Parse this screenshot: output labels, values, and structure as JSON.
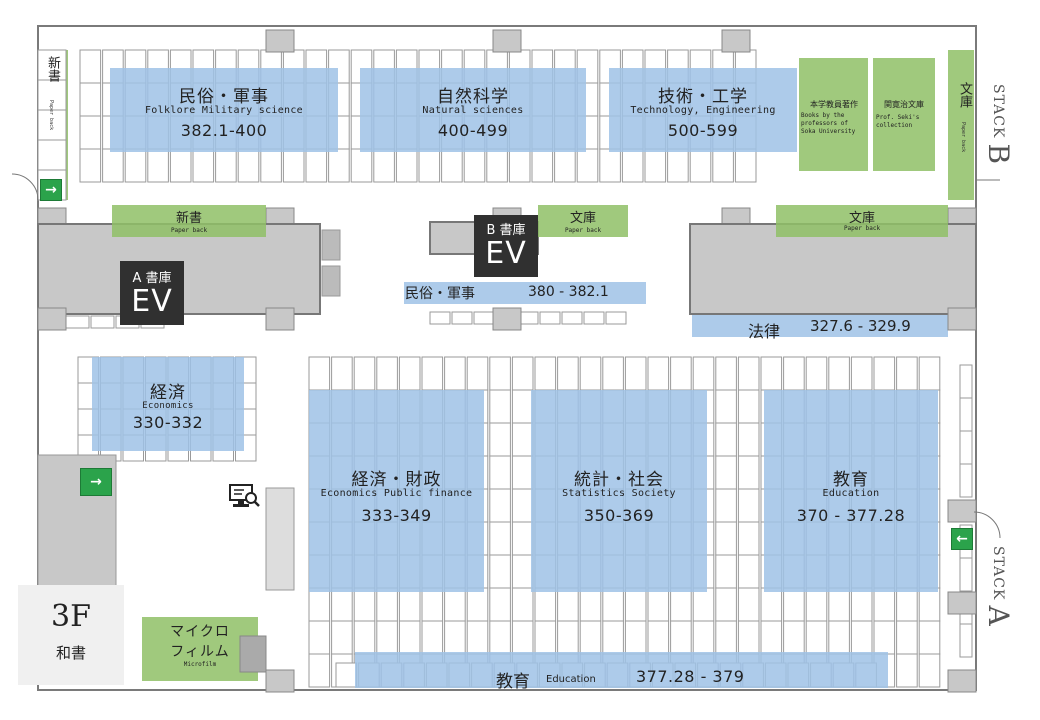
{
  "floor": {
    "number": "3F",
    "label": "和書"
  },
  "stacks": {
    "b": {
      "word": "STACK",
      "letter": "B"
    },
    "a": {
      "word": "STACK",
      "letter": "A"
    }
  },
  "elevators": {
    "a": {
      "label": "A 書庫",
      "ev": "EV"
    },
    "b": {
      "label": "B 書庫",
      "ev": "EV"
    }
  },
  "sections": {
    "folklore": {
      "jp": "民俗・軍事",
      "en": "Folklore Military science",
      "range": "382.1-400"
    },
    "natural": {
      "jp": "自然科学",
      "en": "Natural sciences",
      "range": "400-499"
    },
    "technology": {
      "jp": "技術・工学",
      "en": "Technology, Engineering",
      "range": "500-599"
    },
    "faculty": {
      "jp": "本学教員著作",
      "en": "Books by the professors of Soka University"
    },
    "seki": {
      "jp": "関寛治文庫",
      "en": "Prof. Seki's collection"
    },
    "economics": {
      "jp": "経済",
      "en": "Economics",
      "range": "330-332"
    },
    "econ_finance": {
      "jp": "経済・財政",
      "en": "Economics Public finance",
      "range": "333-349"
    },
    "statistics": {
      "jp": "統計・社会",
      "en": "Statistics Society",
      "range": "350-369"
    },
    "education": {
      "jp": "教育",
      "en": "Education",
      "range": "370 - 377.28"
    },
    "folklore_b": {
      "jp": "民俗・軍事",
      "range": "380 - 382.1"
    },
    "law": {
      "jp": "法律",
      "range": "327.6 - 329.9"
    },
    "education_bottom": {
      "jp": "教育",
      "en": "Education",
      "range": "377.28 - 379"
    },
    "paperback_shinsho": {
      "jp": "新書",
      "en": "Paper back"
    },
    "paperback_bunko_b": {
      "jp": "文庫",
      "en": "Paper back"
    },
    "paperback_bunko_r": {
      "jp": "文庫",
      "en": "Paper back"
    },
    "paperback_left": {
      "jp": "新書",
      "en": "Paper back"
    },
    "paperback_right": {
      "jp": "文庫",
      "en": "Paper back"
    },
    "microfilm": {
      "jp_line1": "マイクロ",
      "jp_line2": "フィルム",
      "en": "Microfilm"
    }
  },
  "icons": {
    "exit": "emergency-exit-icon",
    "opac": "search-terminal-icon"
  },
  "colors": {
    "blue_zone": "#9fc2e6",
    "green_zone": "#8fbf66",
    "gray_block": "#c8c8c8",
    "wall": "#7a7a7a",
    "exit_green": "#2ba34b",
    "ev_dark": "#303030"
  }
}
